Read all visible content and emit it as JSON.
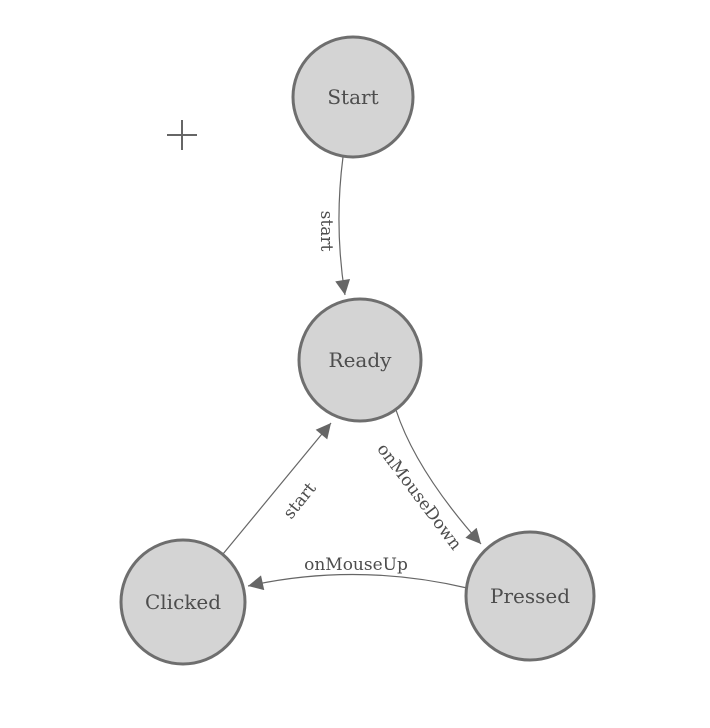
{
  "colors": {
    "background": "#ffffff",
    "node_fill": "#d4d4d4",
    "node_border": "#6e6e6e",
    "edge_color": "#666666",
    "label_color": "#4d4d4d"
  },
  "diagram": {
    "type": "state-machine-graph",
    "nodes": [
      {
        "id": "start",
        "label": "Start"
      },
      {
        "id": "ready",
        "label": "Ready"
      },
      {
        "id": "clicked",
        "label": "Clicked"
      },
      {
        "id": "pressed",
        "label": "Pressed"
      }
    ],
    "edges": [
      {
        "from": "Start",
        "to": "Ready",
        "label": "start"
      },
      {
        "from": "Clicked",
        "to": "Ready",
        "label": "start"
      },
      {
        "from": "Ready",
        "to": "Pressed",
        "label": "onMouseDown"
      },
      {
        "from": "Pressed",
        "to": "Clicked",
        "label": "onMouseUp"
      }
    ],
    "crosshair_icon": "plus-crosshair"
  }
}
